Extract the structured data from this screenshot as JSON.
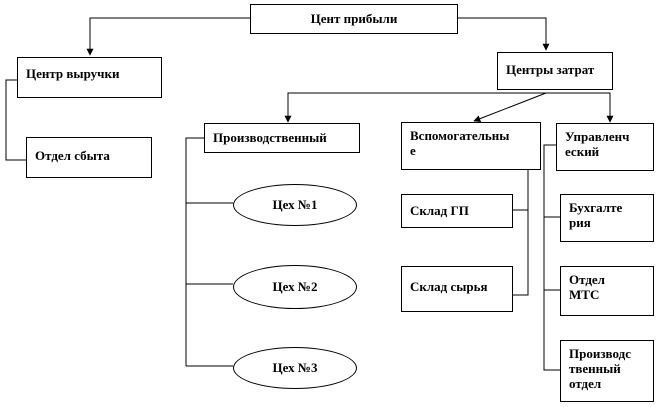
{
  "nodes": {
    "profit_center": "Цент прибыли",
    "revenue_center": "Центр выручки",
    "sales_department": "Отдел сбыта",
    "cost_centers": "Центры затрат",
    "production": "Производственный",
    "auxiliary": "Вспомогательны\nе",
    "management": "Управленч\nеский",
    "workshop_1": "Цех №1",
    "workshop_2": "Цех №2",
    "workshop_3": "Цех №3",
    "finished_goods_warehouse": "Склад ГП",
    "raw_materials_warehouse": "Склад сырья",
    "accounting": "Бухгалте\nрия",
    "mts_department": "Отдел\nМТС",
    "production_department": "Производс\nтвенный\nотдел"
  }
}
